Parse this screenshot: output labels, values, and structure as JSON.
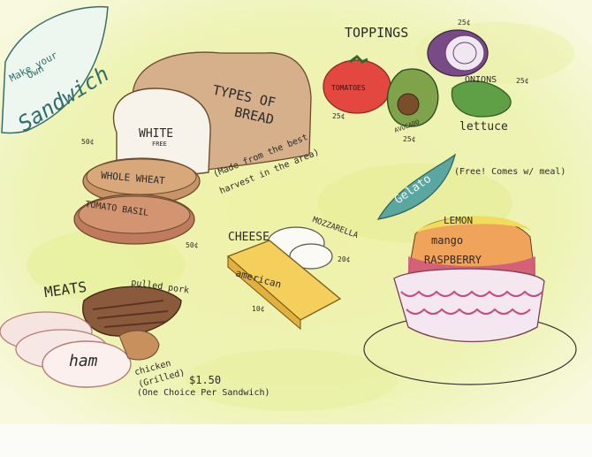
{
  "banner": {
    "line1": "Make your",
    "line2": "Own",
    "word": "Sandwich"
  },
  "bread": {
    "heading_line1": "TYPES OF",
    "heading_line2": "BREAD",
    "white": "WHITE",
    "white_price": "FREE",
    "whole_wheat": "WHOLE WHEAT",
    "whole_wheat_price": "50¢",
    "tomato_basil": "TOMATO BASIL",
    "tomato_basil_price": "50¢",
    "note_line1": "(Made from the best",
    "note_line2": "harvest in the area)"
  },
  "toppings": {
    "heading": "TOPPINGS",
    "tomatoes": "TOMATOES",
    "tomatoes_price": "25¢",
    "avocado": "AVOCADO",
    "avocado_price": "25¢",
    "onions": "ONIONS",
    "onions_price": "25¢",
    "lettuce": "lettuce",
    "lettuce_price": "25¢"
  },
  "cheese": {
    "heading": "CHEESE",
    "mozzarella": "MOZZARELLA",
    "mozzarella_price": "20¢",
    "american": "american",
    "american_price": "10¢"
  },
  "gelato": {
    "heading": "Gelato",
    "note": "(Free! Comes w/ meal)",
    "flavor1": "LEMON",
    "flavor2": "mango",
    "flavor3": "RASPBERRY"
  },
  "meats": {
    "heading": "MEATS",
    "pulled_pork": "pulled pork",
    "ham": "ham",
    "chicken_line1": "chicken",
    "chicken_line2": "(Grilled)",
    "price": "$1.50",
    "note": "(One Choice Per Sandwich)"
  },
  "colors": {
    "paper_wash": "#e9ee9c",
    "banner_leaf": "#eef6f0",
    "banner_text": "#2f6f6a",
    "bread_crust": "#b98f66",
    "bread_side": "#d9b48a",
    "tomato_red": "#e3473f",
    "avocado_green": "#5f8f3a",
    "onion_purple": "#6b3f7a",
    "cheese_yellow": "#f2c24c",
    "gelato_pink": "#d05a7a",
    "gelato_yellow": "#f1dc5b",
    "gelato_orange": "#f0a35a",
    "gelato_leaf": "#4d9a95",
    "ham_pink": "#e9b7b2"
  }
}
